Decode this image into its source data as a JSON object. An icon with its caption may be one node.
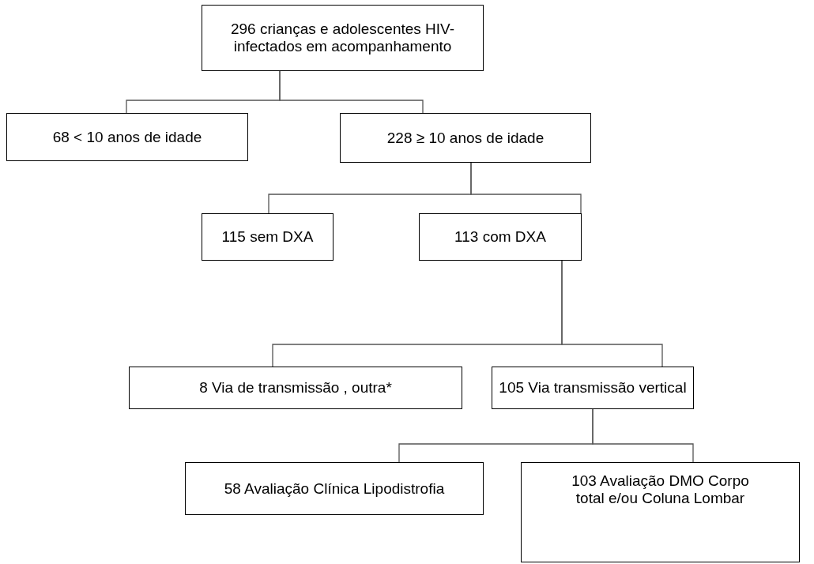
{
  "diagram": {
    "nodes": [
      {
        "text": [
          "296 crianças e adolescentes HIV- infectados em acompanhamento"
        ]
      },
      {
        "text": [
          "68 < 10 anos de idade"
        ]
      },
      {
        "text": [
          "228 ≥ 10 anos de idade"
        ]
      },
      {
        "text": [
          "115 sem DXA"
        ]
      },
      {
        "text": [
          "113 com DXA"
        ]
      },
      {
        "text": [
          "8 Via de transmissão , outra*"
        ]
      },
      {
        "text": [
          "105 Via transmissão vertical"
        ]
      },
      {
        "text": [
          "58 Avaliação Clínica Lipodistrofia"
        ]
      },
      {
        "text": [
          "103 Avaliação DMO Corpo total e/ou Coluna Lombar"
        ]
      }
    ],
    "edges": [
      {
        "from": 0,
        "to": 1,
        "arrow": "none"
      },
      {
        "from": 0,
        "to": 2,
        "arrow": "none"
      },
      {
        "from": 2,
        "to": 3,
        "arrow": "none"
      },
      {
        "from": 2,
        "to": 4,
        "arrow": "none"
      },
      {
        "from": 4,
        "to": 5,
        "arrow": "none"
      },
      {
        "from": 4,
        "to": 6,
        "arrow": "none"
      },
      {
        "from": 6,
        "to": 7,
        "arrow": "none"
      },
      {
        "from": 6,
        "to": 8,
        "arrow": "none"
      }
    ]
  }
}
